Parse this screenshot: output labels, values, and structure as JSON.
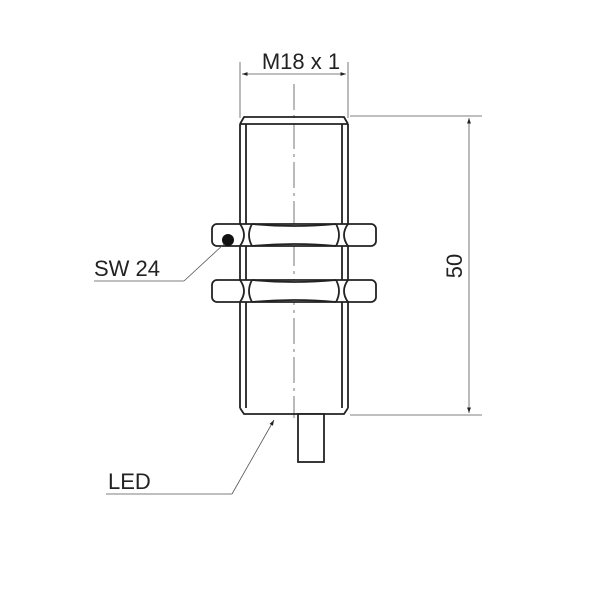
{
  "labels": {
    "thread": "M18 x 1",
    "wrench_size": "SW 24",
    "length": "50",
    "led": "LED"
  },
  "colors": {
    "line": "#222222",
    "dim_line": "#555555",
    "background": "#ffffff"
  }
}
